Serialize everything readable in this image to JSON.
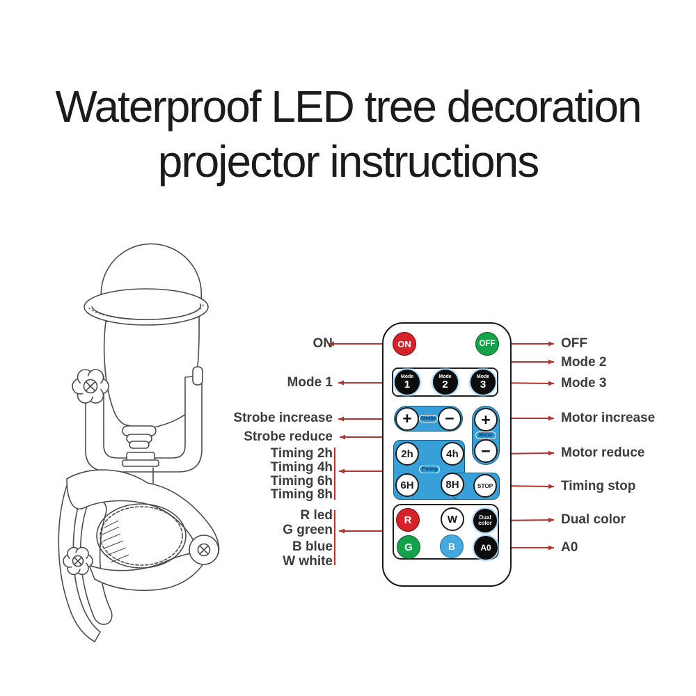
{
  "title": {
    "line1": "Waterproof LED tree decoration",
    "line2": "projector instructions"
  },
  "remote": {
    "on": "ON",
    "off": "OFF",
    "modes": [
      {
        "word": "Mode",
        "num": "1"
      },
      {
        "word": "Mode",
        "num": "2"
      },
      {
        "word": "Mode",
        "num": "3"
      }
    ],
    "strobe": {
      "plus": "+",
      "minus": "−",
      "tag": "Strobe"
    },
    "motor": {
      "plus": "+",
      "minus": "−",
      "tag": "Motor"
    },
    "timing": {
      "t1": "2h",
      "t2": "4h",
      "t3": "6H",
      "t4": "8H",
      "tag": "Timing",
      "stop": "STOP"
    },
    "keys": {
      "r": "R",
      "w": "W",
      "g": "G",
      "b": "B",
      "a0": "A0",
      "dual1": "Dual",
      "dual2": "color"
    }
  },
  "callouts": {
    "left": [
      "ON",
      "Mode 1",
      "Strobe increase",
      "Strobe reduce",
      "Timing 2h",
      "Timing 4h",
      "Timing 6h",
      "Timing 8h",
      "R led",
      "G green",
      "B blue",
      "W white"
    ],
    "right": [
      "OFF",
      "Mode 2",
      "Mode 3",
      "Motor increase",
      "Motor reduce",
      "Timing stop",
      "Dual color",
      "A0"
    ]
  },
  "colors": {
    "power_on_red": "#d4232a",
    "power_off_green": "#14a24b",
    "panel_blue": "#38a0d8",
    "key_blue": "#45a9e0",
    "callout_line_red": "#b23431",
    "button_black": "#0c0c0c"
  }
}
